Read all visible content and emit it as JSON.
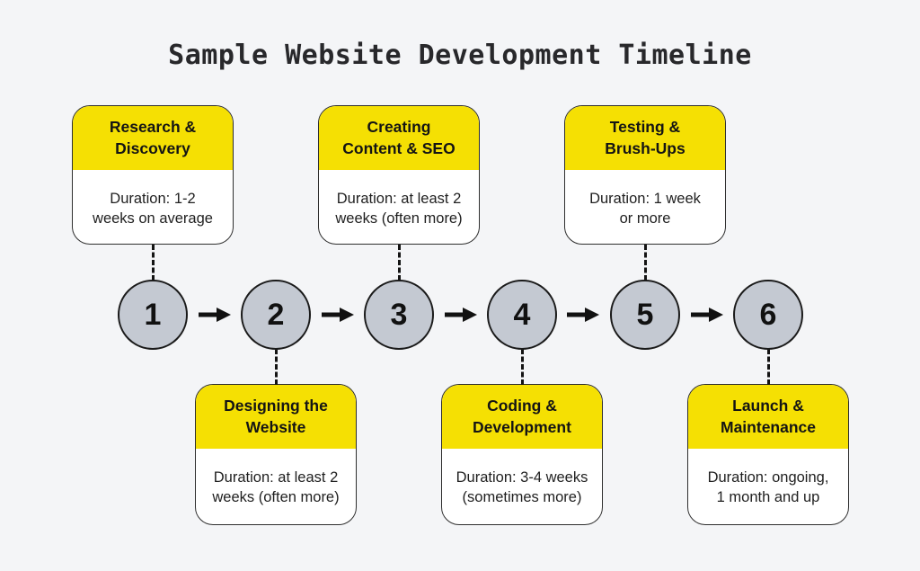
{
  "title": "Sample Website Development Timeline",
  "colors": {
    "background": "#F4F5F7",
    "card_header": "#F5E003",
    "circle_fill": "#C4C9D2",
    "outline": "#1A1A1A",
    "text": "#1F1F1F"
  },
  "icons": {
    "arrow_right": "→"
  },
  "steps": [
    {
      "number": "1",
      "position": "top",
      "title": "Research &\nDiscovery",
      "duration": "Duration: 1-2\nweeks on average"
    },
    {
      "number": "2",
      "position": "bottom",
      "title": "Designing the\nWebsite",
      "duration": "Duration: at least 2\nweeks (often more)"
    },
    {
      "number": "3",
      "position": "top",
      "title": "Creating\nContent & SEO",
      "duration": "Duration: at least 2\nweeks (often more)"
    },
    {
      "number": "4",
      "position": "bottom",
      "title": "Coding &\nDevelopment",
      "duration": "Duration: 3-4 weeks\n(sometimes more)"
    },
    {
      "number": "5",
      "position": "top",
      "title": "Testing &\nBrush-Ups",
      "duration": "Duration: 1 week\nor more"
    },
    {
      "number": "6",
      "position": "bottom",
      "title": "Launch &\nMaintenance",
      "duration": "Duration: ongoing,\n1 month and up"
    }
  ]
}
